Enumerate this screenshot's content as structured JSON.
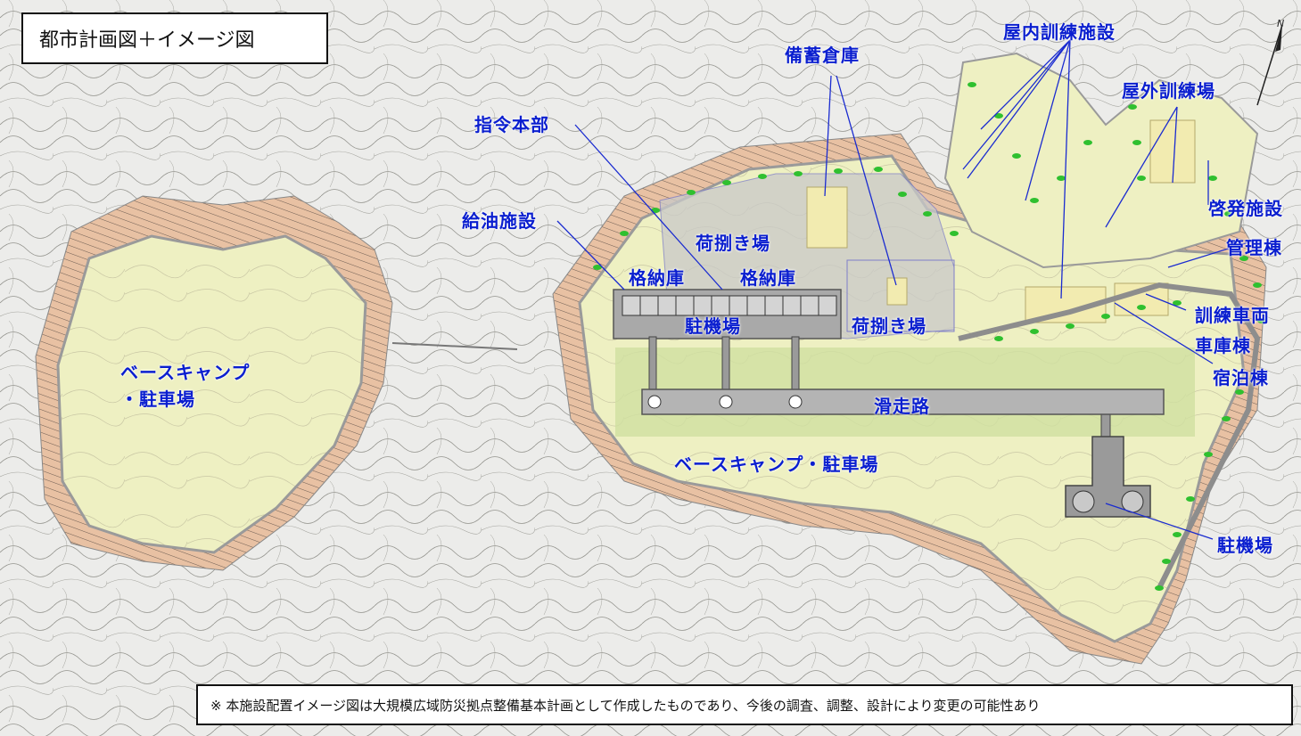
{
  "title": "都市計画図＋イメージ図",
  "note": "※ 本施設配置イメージ図は大規模広域防災拠点整備基本計画として作成したものであり、今後の調査、調整、設計により変更の可能性あり",
  "labels": {
    "base_camp_west": "ベースキャンプ",
    "base_camp_west_2": "・駐車場",
    "command_hq": "指令本部",
    "fuel_facility": "給油施設",
    "storage_warehouse": "備蓄倉庫",
    "cargo_area_1": "荷捌き場",
    "hangar_1": "格納庫",
    "hangar_2": "格納庫",
    "apron": "駐機場",
    "cargo_area_2": "荷捌き場",
    "indoor_training": "屋内訓練施設",
    "outdoor_training": "屋外訓練場",
    "awareness_facility": "啓発施設",
    "management_bldg": "管理棟",
    "training_vehicle": "訓練車両",
    "garage": "車庫棟",
    "lodging": "宿泊棟",
    "runway": "滑走路",
    "base_camp_east": "ベースキャンプ・駐車場",
    "apron_2": "駐機場"
  },
  "colors": {
    "label_blue": "#0a1ecf",
    "site_fill": "#eef0c2",
    "slope": "#e6b897",
    "facility_gray": "#bdbdbd",
    "green_dots": "#2fc02f"
  },
  "compass_label": "N"
}
